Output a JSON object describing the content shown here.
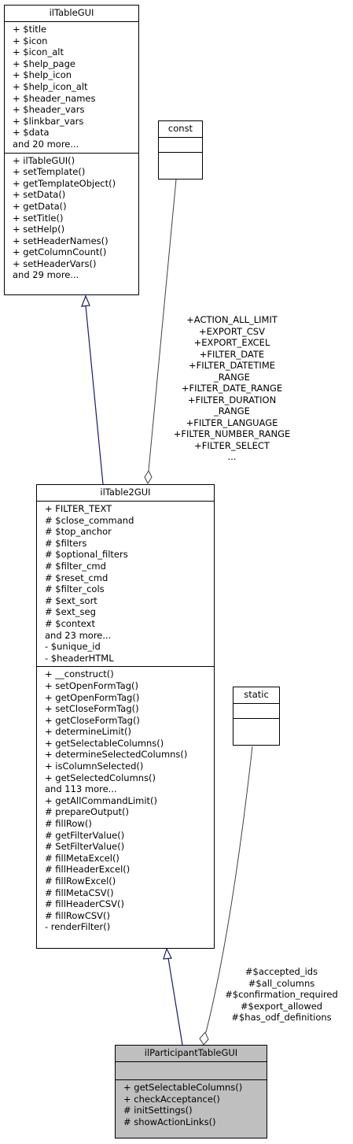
{
  "classes": {
    "iltablegui": {
      "name": "ilTableGUI",
      "attributes": [
        "+ $title",
        "+ $icon",
        "+ $icon_alt",
        "+ $help_page",
        "+ $help_icon",
        "+ $help_icon_alt",
        "+ $header_names",
        "+ $header_vars",
        "+ $linkbar_vars",
        "+ $data",
        "and 20 more..."
      ],
      "methods": [
        "+ ilTableGUI()",
        "+ setTemplate()",
        "+ getTemplateObject()",
        "+ setData()",
        "+ getData()",
        "+ setTitle()",
        "+ setHelp()",
        "+ setHeaderNames()",
        "+ getColumnCount()",
        "+ setHeaderVars()",
        "and 29 more..."
      ]
    },
    "const": {
      "name": "const"
    },
    "static": {
      "name": "static"
    },
    "iltable2gui": {
      "name": "ilTable2GUI",
      "attributes": [
        "+ FILTER_TEXT",
        "# $close_command",
        "# $top_anchor",
        "# $filters",
        "# $optional_filters",
        "# $filter_cmd",
        "# $reset_cmd",
        "# $filter_cols",
        "# $ext_sort",
        "# $ext_seg",
        "# $context",
        "and 23 more...",
        "- $unique_id",
        "- $headerHTML"
      ],
      "methods": [
        "+ __construct()",
        "+ setOpenFormTag()",
        "+ getOpenFormTag()",
        "+ setCloseFormTag()",
        "+ getCloseFormTag()",
        "+ determineLimit()",
        "+ getSelectableColumns()",
        "+ determineSelectedColumns()",
        "+ isColumnSelected()",
        "+ getSelectedColumns()",
        "and 113 more...",
        "+ getAllCommandLimit()",
        "# prepareOutput()",
        "# fillRow()",
        "# getFilterValue()",
        "# SetFilterValue()",
        "# fillMetaExcel()",
        "# fillHeaderExcel()",
        "# fillRowExcel()",
        "# fillMetaCSV()",
        "# fillHeaderCSV()",
        "# fillRowCSV()",
        "- renderFilter()"
      ]
    },
    "ilparticipanttablegui": {
      "name": "ilParticipantTableGUI",
      "methods": [
        "+ getSelectableColumns()",
        "+ checkAcceptance()",
        "# initSettings()",
        "# showActionLinks()"
      ]
    }
  },
  "edge_labels": {
    "const_to_table2": [
      "+ACTION_ALL_LIMIT",
      "+EXPORT_CSV",
      "+EXPORT_EXCEL",
      "+FILTER_DATE",
      "+FILTER_DATETIME",
      "_RANGE",
      "+FILTER_DATE_RANGE",
      "+FILTER_DURATION",
      "_RANGE",
      "+FILTER_LANGUAGE",
      "+FILTER_NUMBER_RANGE",
      "+FILTER_SELECT",
      "..."
    ],
    "static_to_participant": [
      "#$accepted_ids",
      "#$all_columns",
      "#$confirmation_required",
      "#$export_allowed",
      "#$has_odf_definitions"
    ]
  },
  "colors": {
    "inheritance_edge": "#191970",
    "usage_edge": "#404040",
    "highlight_fill": "#bfbfbf"
  }
}
